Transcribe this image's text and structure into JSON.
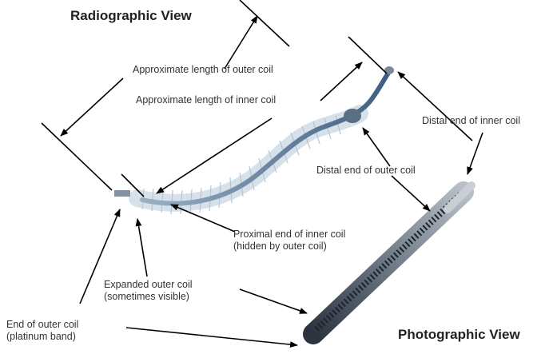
{
  "titles": {
    "radiographic": "Radiographic View",
    "photographic": "Photographic View"
  },
  "labels": {
    "outer_coil_length": "Approximate length of outer coil",
    "inner_coil_length": "Approximate length of inner coil",
    "distal_inner": "Distal end of inner coil",
    "distal_outer": "Distal end of outer coil",
    "proximal_inner_1": "Proximal end of inner coil",
    "proximal_inner_2": "(hidden by outer coil)",
    "expanded_outer_1": "Expanded outer coil",
    "expanded_outer_2": "(sometimes visible)",
    "end_outer_1": "End of outer coil",
    "end_outer_2": "(platinum band)"
  }
}
